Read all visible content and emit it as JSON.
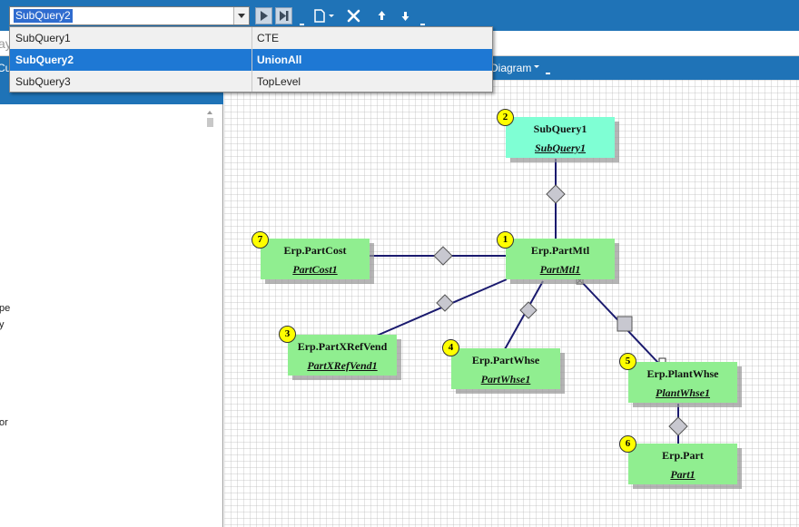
{
  "toolbar": {
    "combo_value": "SubQuery2",
    "icons": [
      "run-icon",
      "run-step-icon",
      "new-document-icon",
      "delete-icon",
      "move-up-icon",
      "move-down-icon"
    ]
  },
  "dropdown": {
    "rows": [
      {
        "name": "SubQuery1",
        "type": "CTE",
        "selected": false
      },
      {
        "name": "SubQuery2",
        "type": "UnionAll",
        "selected": true
      },
      {
        "name": "SubQuery3",
        "type": "TopLevel",
        "selected": false
      }
    ]
  },
  "band2": {
    "partial_text": "ay"
  },
  "band3": {
    "left_partial": "Cu",
    "diagram_menu": "Diagram"
  },
  "left_panel": {
    "fragments": [
      "pe",
      "y",
      "or"
    ]
  },
  "diagram": {
    "nodes": [
      {
        "id": "n2",
        "badge": "2",
        "title": "SubQuery1",
        "alias": "SubQuery1",
        "color": "#7fffd4"
      },
      {
        "id": "n7",
        "badge": "7",
        "title": "Erp.PartCost",
        "alias": "PartCost1",
        "color": "#90ee90"
      },
      {
        "id": "n1",
        "badge": "1",
        "title": "Erp.PartMtl",
        "alias": "PartMtl1",
        "color": "#90ee90"
      },
      {
        "id": "n3",
        "badge": "3",
        "title": "Erp.PartXRefVend",
        "alias": "PartXRefVend1",
        "color": "#90ee90"
      },
      {
        "id": "n4",
        "badge": "4",
        "title": "Erp.PartWhse",
        "alias": "PartWhse1",
        "color": "#90ee90"
      },
      {
        "id": "n5",
        "badge": "5",
        "title": "Erp.PlantWhse",
        "alias": "PlantWhse1",
        "color": "#90ee90"
      },
      {
        "id": "n6",
        "badge": "6",
        "title": "Erp.Part",
        "alias": "Part1",
        "color": "#90ee90"
      }
    ]
  }
}
